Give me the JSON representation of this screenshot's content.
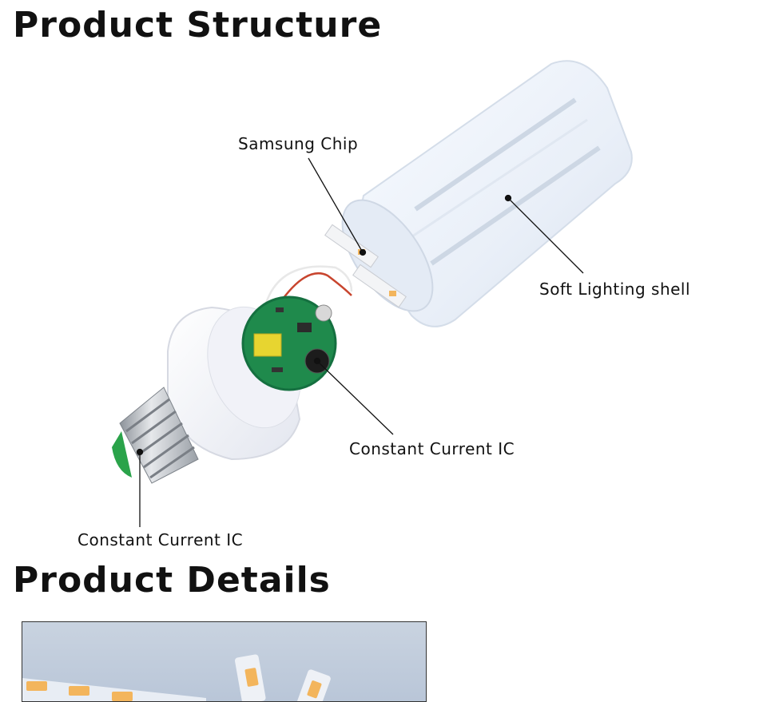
{
  "sections": {
    "structure_title": "Product Structure",
    "details_title": "Product Details"
  },
  "callouts": {
    "chip": "Samsung Chip",
    "shell": "Soft Lighting shell",
    "driver_ic": "Constant Current IC",
    "base_ic": "Constant Current IC"
  },
  "colors": {
    "pcb_green": "#1f8a4c",
    "shell_white": "#eef3fa",
    "led_amber": "#f3b55c",
    "base_metal": "#b8bcc2",
    "base_green": "#2aa34a"
  }
}
